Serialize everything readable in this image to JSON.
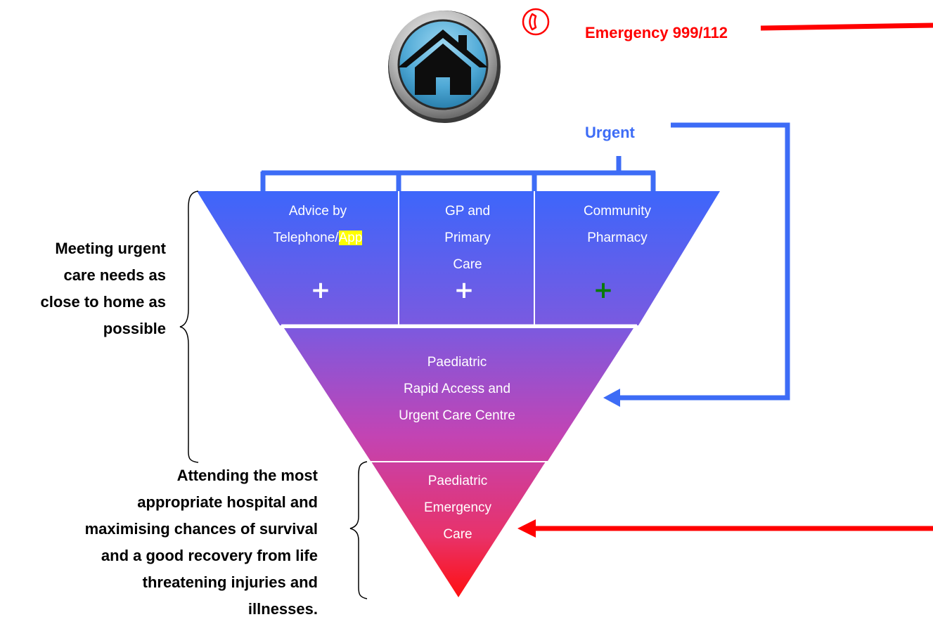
{
  "header": {
    "emergency_label": "Emergency 999/112",
    "urgent_label": "Urgent"
  },
  "home_button": {
    "icon": "home-icon"
  },
  "phone_icon": "phone-icon",
  "tiers": {
    "top": {
      "advice": {
        "line1": "Advice by",
        "line2_prefix": "Telephone/",
        "line2_highlight": "App"
      },
      "gp": {
        "line1": "GP and",
        "line2": "Primary",
        "line3": "Care"
      },
      "pharmacy": {
        "line1": "Community",
        "line2": "Pharmacy"
      }
    },
    "middle": {
      "line1": "Paediatric",
      "line2": "Rapid Access and",
      "line3": "Urgent Care Centre"
    },
    "bottom": {
      "line1": "Paediatric",
      "line2": "Emergency",
      "line3": "Care"
    }
  },
  "plus_symbols": {
    "advice": "+",
    "gp": "+",
    "pharmacy": "+"
  },
  "side_notes": {
    "urgent_care": [
      "Meeting urgent",
      "care needs as",
      "close to home as",
      "possible"
    ],
    "emergency_care": [
      "Attending the most",
      "appropriate hospital and",
      "maximising chances of survival",
      "and a good recovery from life",
      "threatening injuries and",
      "illnesses."
    ]
  },
  "colors": {
    "emergency_red": "#ff0000",
    "urgent_blue": "#3d6cf6",
    "pharmacy_plus_green": "#0a7a0a",
    "highlight_yellow": "#ffff00"
  }
}
